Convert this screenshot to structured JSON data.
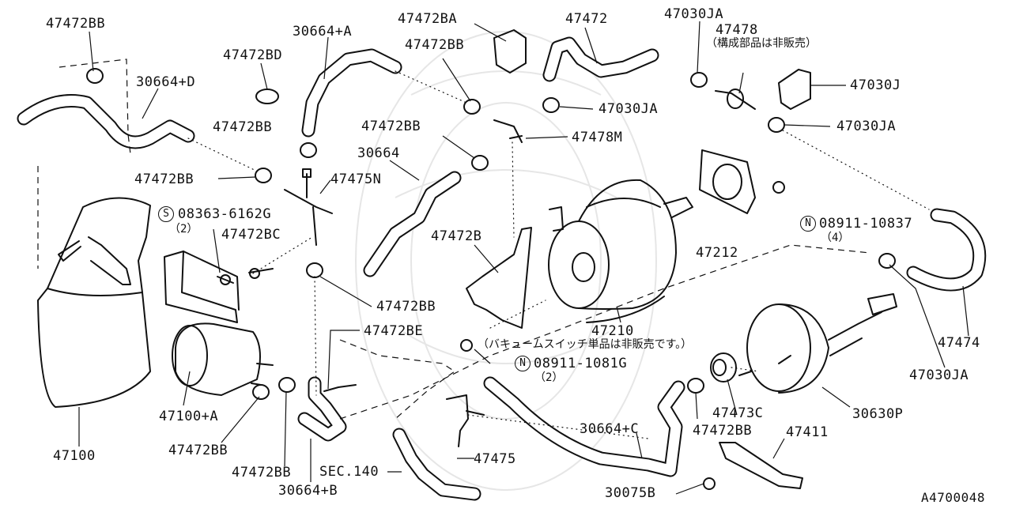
{
  "diagram_id": "A4700048",
  "labels": {
    "p47472BB_a": "47472BB",
    "p30664D": "30664+D",
    "p47472BD": "47472BD",
    "p30664A": "30664+A",
    "p47472BA": "47472BA",
    "p47472BB_b": "47472BB",
    "p47472": "47472",
    "p47030JA_a": "47030JA",
    "p47478": "47478",
    "p47478_note": "（構成部品は非販売）",
    "p47030J": "47030J",
    "p47030JA_b": "47030JA",
    "p47030JA_c": "47030JA",
    "p47478M": "47478M",
    "p47472BB_c": "47472BB",
    "p30664": "30664",
    "p47472BB_d": "47472BB",
    "p47475N": "47475N",
    "p08363_sym": "S",
    "p08363": "08363-6162G",
    "p08363_qty": "（2）",
    "p47472BC": "47472BC",
    "p47472B": "47472B",
    "p47212": "47212",
    "p08911_sym": "N",
    "p08911_10837": "08911-10837",
    "p08911_10837_qty": "（4）",
    "p47472BB_e": "47472BB",
    "p47472BE": "47472BE",
    "p47210": "47210",
    "p47210_note": "（バキュームスイッチ単品は非販売です。）",
    "p08911_1081G_sym": "N",
    "p08911_1081G": "08911-1081G",
    "p08911_1081G_qty": "（2）",
    "p47474": "47474",
    "p47030JA_d": "47030JA",
    "p47100A": "47100+A",
    "p47472BB_f": "47472BB",
    "p47100": "47100",
    "p47472BB_g": "47472BB",
    "p30664C": "30664+C",
    "p47473C": "47473C",
    "p30630P": "30630P",
    "p47472BB_h": "47472BB",
    "p47411": "47411",
    "p47475": "47475",
    "pSEC140": "SEC.140",
    "p30664B": "30664+B",
    "p30075B": "30075B"
  }
}
